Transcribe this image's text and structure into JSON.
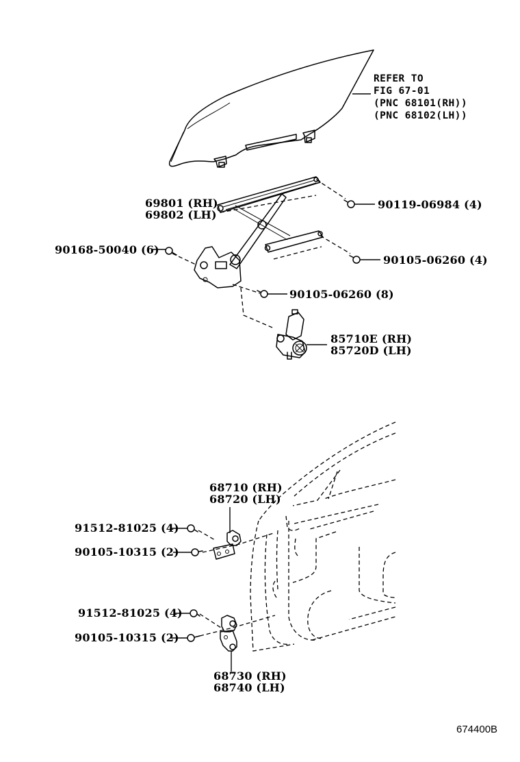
{
  "diagram": {
    "type": "exploded-parts-diagram",
    "figure_code": "674400B",
    "callouts": {
      "glass_ref": {
        "lines": [
          "REFER TO",
          "FIG 67-01",
          "(PNC 68101(RH))",
          "(PNC 68102(LH))"
        ]
      },
      "regulator": {
        "lines": [
          "69801 (RH)",
          "69802 (LH)"
        ]
      },
      "bolt_top_right": {
        "text": "90119-06984 (4)"
      },
      "bolt_mid_right": {
        "text": "90105-06260 (4)"
      },
      "bolt_left": {
        "text": "90168-50040 (6)"
      },
      "bolt_lower": {
        "text": "90105-06260 (8)"
      },
      "motor": {
        "lines": [
          "85710E (RH)",
          "85720D (LH)"
        ]
      },
      "upper_hinge": {
        "lines": [
          "68710 (RH)",
          "68720 (LH)"
        ]
      },
      "upper_hinge_bolt_a": {
        "text": "91512-81025 (4)"
      },
      "upper_hinge_bolt_b": {
        "text": "90105-10315 (2)"
      },
      "lower_hinge_bolt_a": {
        "text": "91512-81025 (4)"
      },
      "lower_hinge_bolt_b": {
        "text": "90105-10315 (2)"
      },
      "lower_hinge": {
        "lines": [
          "68730 (RH)",
          "68740 (LH)"
        ]
      }
    }
  }
}
